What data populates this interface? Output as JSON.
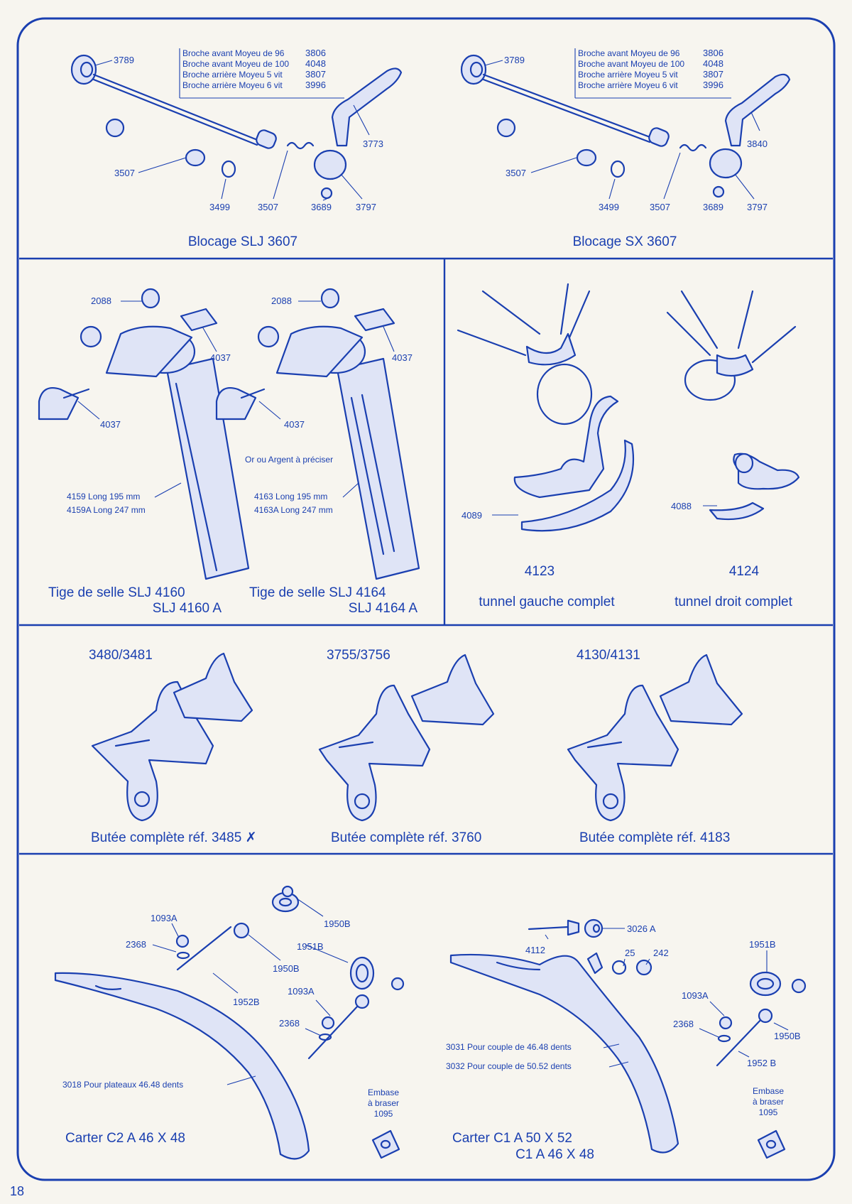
{
  "page_number": "18",
  "sections": {
    "blocage_slj": {
      "caption": "Blocage SLJ 3607",
      "labels": {
        "p3789": "3789",
        "p3773": "3773",
        "p3507a": "3507",
        "p3499": "3499",
        "p3507b": "3507",
        "p3689": "3689",
        "p3797": "3797"
      },
      "broches": [
        {
          "text": "Broche avant Moyeu de 96",
          "ref": "3806"
        },
        {
          "text": "Broche avant Moyeu de 100",
          "ref": "4048"
        },
        {
          "text": "Broche arrière Moyeu 5 vit",
          "ref": "3807"
        },
        {
          "text": "Broche arrière Moyeu 6 vit",
          "ref": "3996"
        }
      ]
    },
    "blocage_sx": {
      "caption": "Blocage SX 3607",
      "labels": {
        "p3789": "3789",
        "p3840": "3840",
        "p3507a": "3507",
        "p3499": "3499",
        "p3507b": "3507",
        "p3689": "3689",
        "p3797": "3797"
      },
      "broches": [
        {
          "text": "Broche avant Moyeu de 96",
          "ref": "3806"
        },
        {
          "text": "Broche avant Moyeu de 100",
          "ref": "4048"
        },
        {
          "text": "Broche arrière Moyeu 5 vit",
          "ref": "3807"
        },
        {
          "text": "Broche arrière Moyeu 6 vit",
          "ref": "3996"
        }
      ]
    },
    "tige_4160": {
      "caption_line1": "Tige de selle SLJ 4160",
      "caption_line2": "SLJ 4160 A",
      "labels": {
        "p2088": "2088",
        "p4037a": "4037",
        "p4037b": "4037"
      },
      "lengths": [
        "4159 Long 195 mm",
        "4159A Long 247 mm"
      ]
    },
    "tige_4164": {
      "caption_line1": "Tige de selle SLJ 4164",
      "caption_line2": "SLJ 4164 A",
      "labels": {
        "p2088": "2088",
        "p4037a": "4037",
        "p4037b": "4037"
      },
      "note": "Or ou Argent à préciser",
      "lengths": [
        "4163 Long 195 mm",
        "4163A Long 247 mm"
      ]
    },
    "tunnels": {
      "left": {
        "label": "4089",
        "ref": "4123",
        "caption": "tunnel gauche complet"
      },
      "right": {
        "label": "4088",
        "ref": "4124",
        "caption": "tunnel droit complet"
      }
    },
    "butees": [
      {
        "ref": "3480/3481",
        "caption": "Butée complète réf. 3485 ✗"
      },
      {
        "ref": "3755/3756",
        "caption": "Butée complète réf. 3760"
      },
      {
        "ref": "4130/4131",
        "caption": "Butée complète réf. 4183"
      }
    ],
    "carter_c2": {
      "caption": "Carter C2 A 46 X 48",
      "labels": {
        "p1093a": "1093A",
        "p2368a": "2368",
        "p1950b_top": "1950B",
        "p1951b": "1951B",
        "p1950b": "1950B",
        "p1952b": "1952B",
        "p1093a_b": "1093A",
        "p2368b": "2368"
      },
      "note": "3018 Pour plateaux 46.48 dents",
      "embase": [
        "Embase",
        "à braser",
        "1095"
      ]
    },
    "carter_c1": {
      "caption_line1": "Carter C1 A 50 X 52",
      "caption_line2": "C1 A 46 X 48",
      "labels": {
        "p3026a": "3026 A",
        "p4112": "4112",
        "p25": "25",
        "p242": "242",
        "p1951b": "1951B",
        "p1093a": "1093A",
        "p2368": "2368",
        "p1950b": "1950B",
        "p1952b": "1952 B"
      },
      "notes": [
        "3031 Pour couple de 46.48 dents",
        "3032 Pour couple de 50.52 dents"
      ],
      "embase": [
        "Embase",
        "à braser",
        "1095"
      ]
    }
  }
}
